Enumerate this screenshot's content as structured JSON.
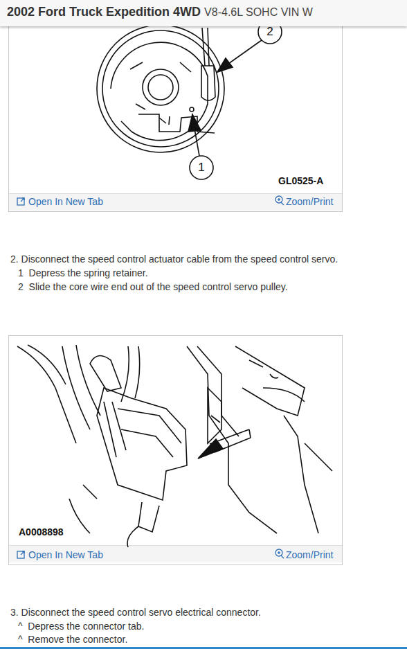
{
  "diagram": {
    "title": "2002 Ford Truck Expedition 4WD",
    "labels": [
      "V8-4.6L SOHC VIN W",
      "2",
      "1",
      "GL0525-A",
      "Open In New Tab",
      "Zoom/Print",
      "2. Disconnect the speed control actuator cable from the speed control servo.",
      "1  Depress the spring retainer.",
      "2  Slide the core wire end out of the speed control servo pulley.",
      "A0008898",
      "Open In New Tab",
      "Zoom/Print",
      "3. Disconnect the speed control servo electrical connector.",
      "^  Depress the connector tab.",
      "^  Remove the connector."
    ]
  }
}
